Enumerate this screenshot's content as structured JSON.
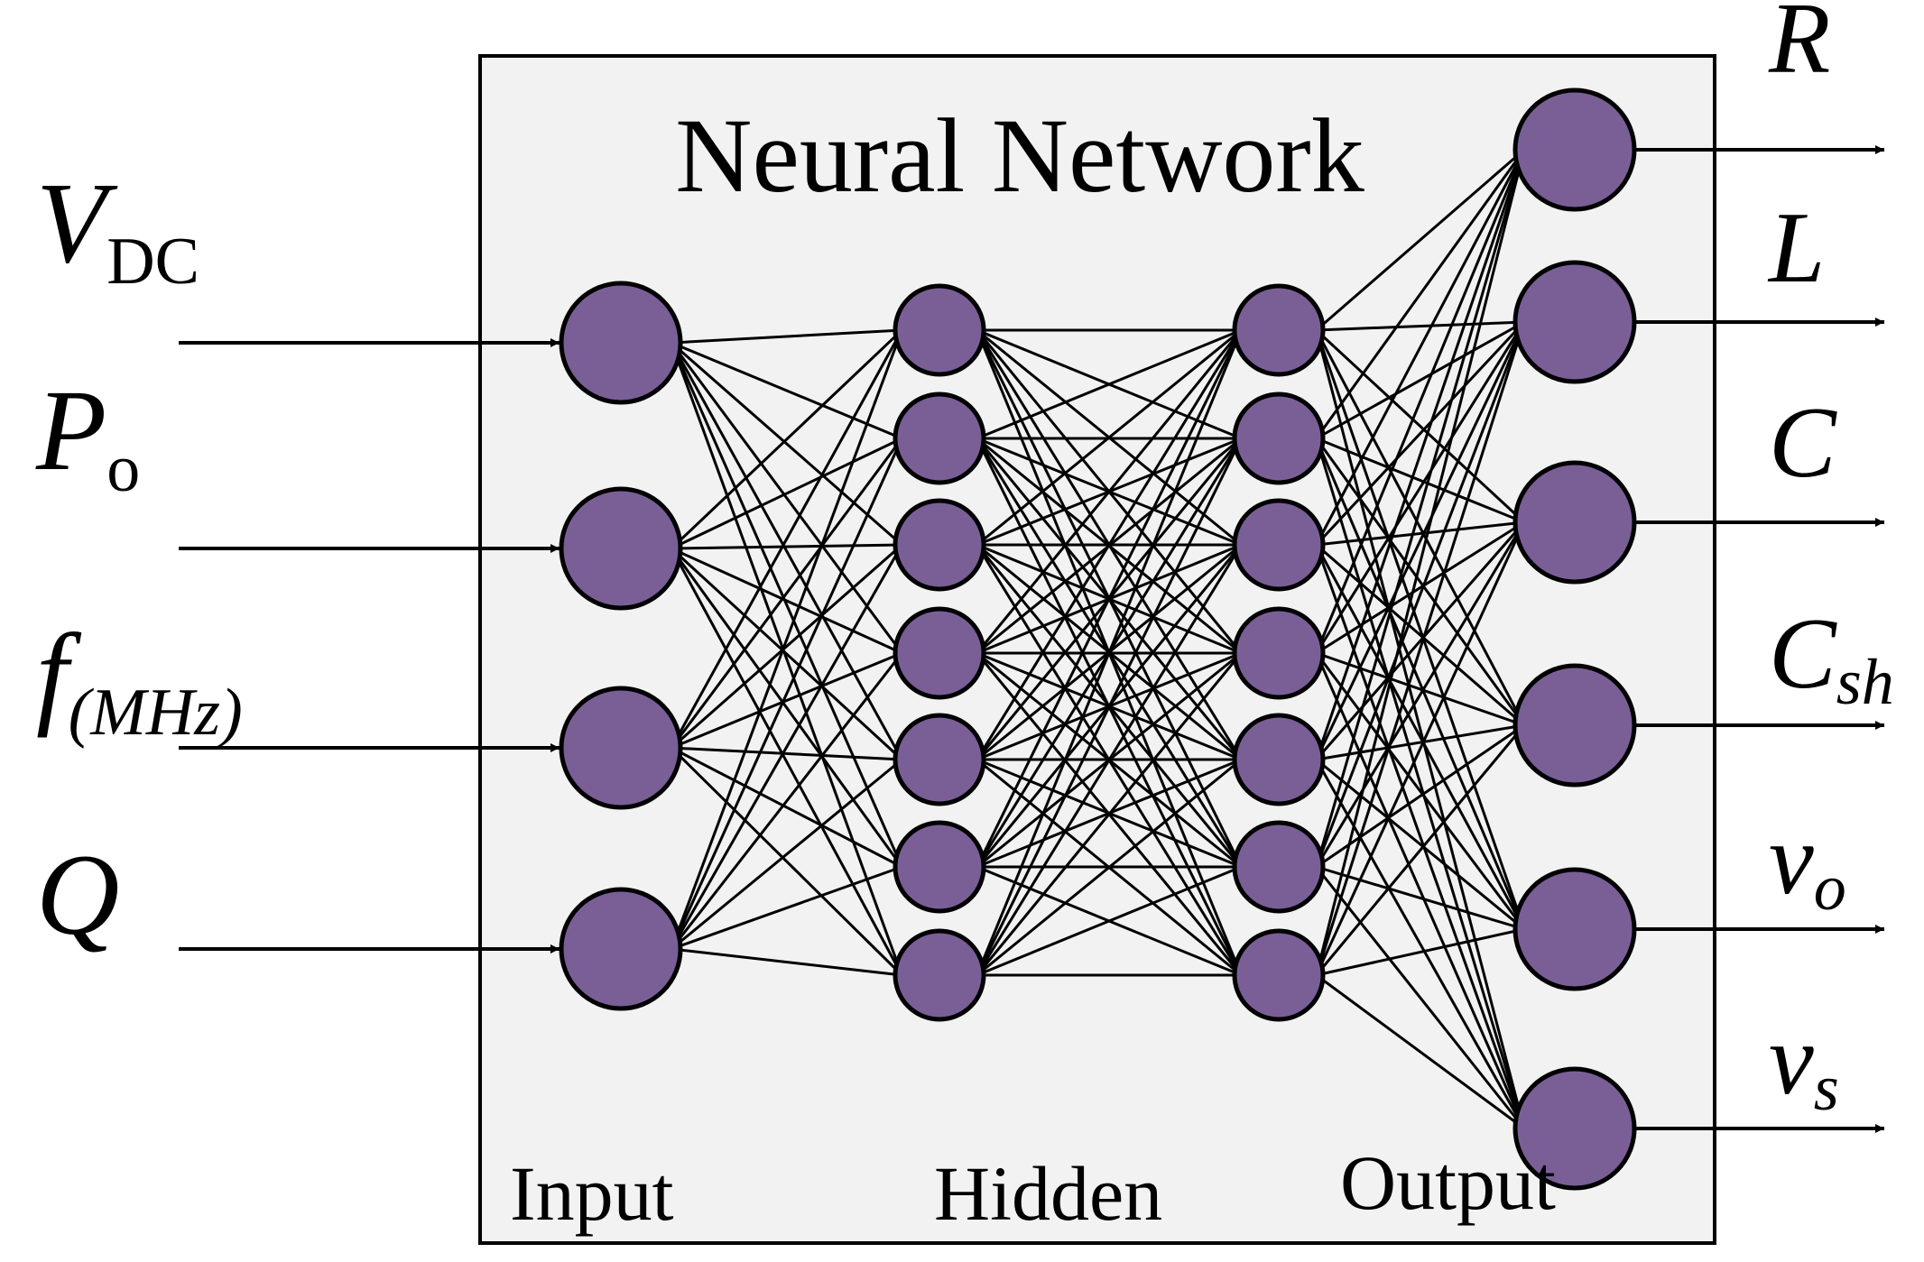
{
  "title": "Neural Network",
  "layers": {
    "input": {
      "label": "Input",
      "count": 4
    },
    "hidden": {
      "label": "Hidden",
      "count": 7
    },
    "hidden2": {
      "count": 7
    },
    "output": {
      "label": "Output",
      "count": 6
    }
  },
  "inputs": [
    {
      "main": "V",
      "sub": "DC"
    },
    {
      "main": "P",
      "sub": "o"
    },
    {
      "main": "f",
      "sub": "(MHz)"
    },
    {
      "main": "Q",
      "sub": ""
    }
  ],
  "outputs": [
    {
      "main": "R",
      "sub": ""
    },
    {
      "main": "L",
      "sub": ""
    },
    {
      "main": "C",
      "sub": ""
    },
    {
      "main": "C",
      "sub": "sh"
    },
    {
      "main": "v",
      "sub": "o"
    },
    {
      "main": "v",
      "sub": "s"
    }
  ],
  "colors": {
    "node_fill": "#7a5f97",
    "box_fill": "#f2f2f2",
    "line": "#000000"
  }
}
